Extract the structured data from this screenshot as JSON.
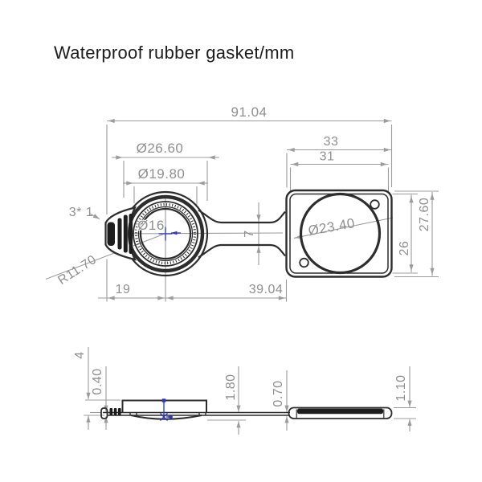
{
  "title": "Waterproof rubber gasket/mm",
  "colors": {
    "part_line": "#2d2d2d",
    "dimension_line": "#9c9c9c",
    "dimension_text": "#8f8f8f",
    "center_mark_blue": "#2b35c9",
    "background": "#ffffff"
  },
  "top_view": {
    "overall_width": "91.04",
    "flange_width": "33",
    "flange_inner_width": "31",
    "cap_outer_diameter": "Ø26.60",
    "cap_ring_diameter": "Ø19.80",
    "cap_inner_diameter": "Ø16",
    "hole_diameter": "Ø23.40",
    "flange_height": "27.60",
    "flange_inner_height": "26",
    "strap_width": "7",
    "rib_note": "3* 1",
    "cap_radius": "R11.70",
    "tab_to_center": "19",
    "center_to_flange": "39.04"
  },
  "side_view": {
    "cap_thickness": "4",
    "tab_strap_thickness": "0.40",
    "skirt_depth": "1.80",
    "strap_thickness": "0.70",
    "gasket_thickness": "1.10"
  }
}
